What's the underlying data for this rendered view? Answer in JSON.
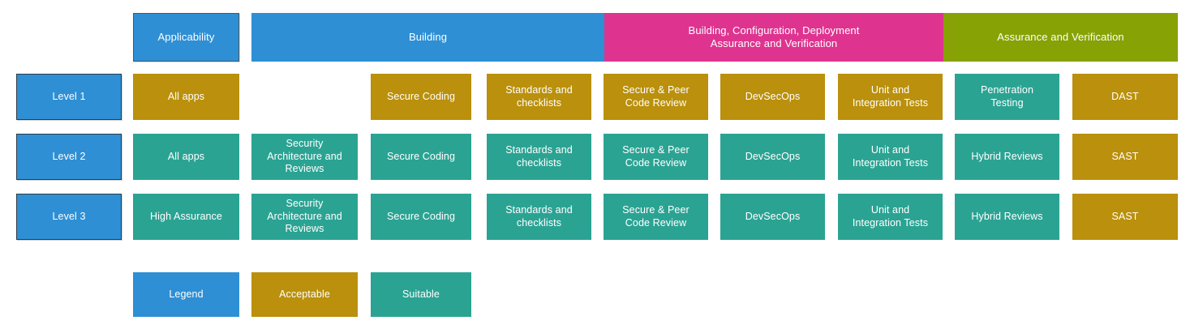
{
  "colors": {
    "blue": "#2E8FD4",
    "gold": "#BA900C",
    "teal": "#2BA393",
    "magenta": "#DE3490",
    "olive": "#86A205",
    "white": "#FFFFFF",
    "border_dark": "#2d3b47"
  },
  "header": {
    "applicability": "Applicability",
    "bands": [
      {
        "label": "Building",
        "color": "blue"
      },
      {
        "label": "Building, Configuration, Deployment\nAssurance and Verification",
        "color": "magenta"
      },
      {
        "label": "Assurance and Verification",
        "color": "olive"
      }
    ]
  },
  "columns": [
    "Applicability",
    "Security Architecture and Reviews",
    "Secure Coding",
    "Standards and checklists",
    "Secure & Peer Code Review",
    "DevSecOps",
    "Unit and Integration Tests",
    "Penetration Testing / Hybrid Reviews",
    "DAST / SAST"
  ],
  "rows": [
    {
      "label": "Level 1",
      "cells": [
        {
          "label": "All apps",
          "color": "gold"
        },
        {
          "label": "",
          "color": "none"
        },
        {
          "label": "Secure Coding",
          "color": "gold"
        },
        {
          "label": "Standards and\nchecklists",
          "color": "gold"
        },
        {
          "label": "Secure & Peer\nCode Review",
          "color": "gold"
        },
        {
          "label": "DevSecOps",
          "color": "gold"
        },
        {
          "label": "Unit and\nIntegration Tests",
          "color": "gold"
        },
        {
          "label": "Penetration\nTesting",
          "color": "teal"
        },
        {
          "label": "DAST",
          "color": "gold"
        }
      ]
    },
    {
      "label": "Level 2",
      "cells": [
        {
          "label": "All apps",
          "color": "teal"
        },
        {
          "label": "Security\nArchitecture and\nReviews",
          "color": "teal"
        },
        {
          "label": "Secure Coding",
          "color": "teal"
        },
        {
          "label": "Standards and\nchecklists",
          "color": "teal"
        },
        {
          "label": "Secure & Peer\nCode Review",
          "color": "teal"
        },
        {
          "label": "DevSecOps",
          "color": "teal"
        },
        {
          "label": "Unit and\nIntegration Tests",
          "color": "teal"
        },
        {
          "label": "Hybrid Reviews",
          "color": "teal"
        },
        {
          "label": "SAST",
          "color": "gold"
        }
      ]
    },
    {
      "label": "Level 3",
      "cells": [
        {
          "label": "High Assurance",
          "color": "teal"
        },
        {
          "label": "Security\nArchitecture and\nReviews",
          "color": "teal"
        },
        {
          "label": "Secure Coding",
          "color": "teal"
        },
        {
          "label": "Standards and\nchecklists",
          "color": "teal"
        },
        {
          "label": "Secure & Peer\nCode Review",
          "color": "teal"
        },
        {
          "label": "DevSecOps",
          "color": "teal"
        },
        {
          "label": "Unit and\nIntegration Tests",
          "color": "teal"
        },
        {
          "label": "Hybrid Reviews",
          "color": "teal"
        },
        {
          "label": "SAST",
          "color": "gold"
        }
      ]
    }
  ],
  "legend": [
    {
      "label": "Legend",
      "color": "blue"
    },
    {
      "label": "Acceptable",
      "color": "gold"
    },
    {
      "label": "Suitable",
      "color": "teal"
    }
  ]
}
